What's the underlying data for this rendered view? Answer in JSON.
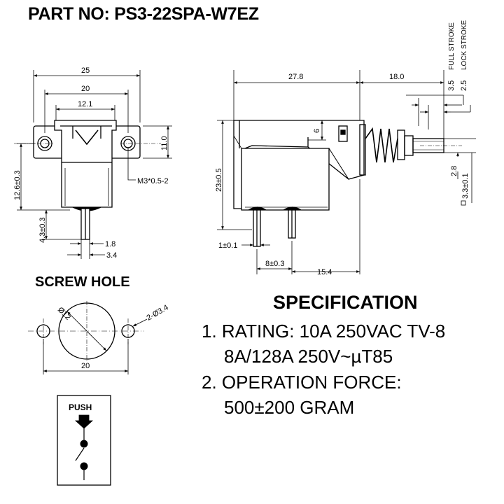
{
  "title": "PART NO: PS3-22SPA-W7EZ",
  "front": {
    "d25": "25",
    "d20": "20",
    "d121": "12.1",
    "d110": "11.0",
    "d126": "12.6±0.3",
    "m3": "M3*0.5-2",
    "d43": "4.3±0.3",
    "d18": "1.8",
    "d34": "3.4"
  },
  "side": {
    "d278": "27.8",
    "d180": "18.0",
    "d35": "3.5",
    "d25": "2.5",
    "full_stroke": "FULL STROKE",
    "lock_stroke": "LOCK STROKE",
    "d6": "6",
    "d23": "23±0.5",
    "d28": "2.8",
    "d33": "3.3±0.1",
    "d1": "1±0.1",
    "d8": "8±0.3",
    "d154": "15.4"
  },
  "screw": {
    "title": "SCREW HOLE",
    "dia12": "Ø12",
    "holes": "2-Ø3.4",
    "d20": "20"
  },
  "push": {
    "label": "PUSH"
  },
  "spec": {
    "title": "SPECIFICATION",
    "line1": "1. RATING: 10A 250VAC TV-8",
    "line2": "8A/128A 250V~µT85",
    "line3": "2. OPERATION FORCE:",
    "line4": "500±200 GRAM"
  }
}
